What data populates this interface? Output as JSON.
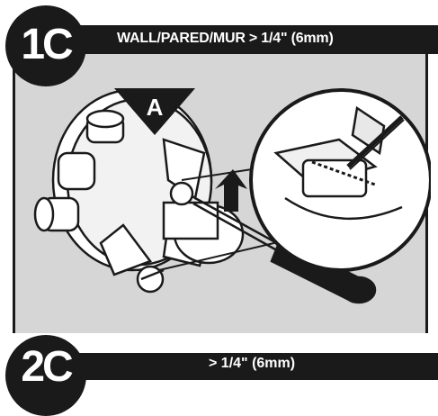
{
  "step": {
    "label": "1C",
    "header": "WALL/PARED/MUR > 1/4\" (6mm)"
  },
  "callout": {
    "label": "A"
  },
  "next_step": {
    "label": "2C",
    "header": "> 1/4\" (6mm)"
  },
  "colors": {
    "header_bg": "#1a1a1a",
    "panel_bg": "#d6d6d6",
    "text": "#ffffff"
  }
}
